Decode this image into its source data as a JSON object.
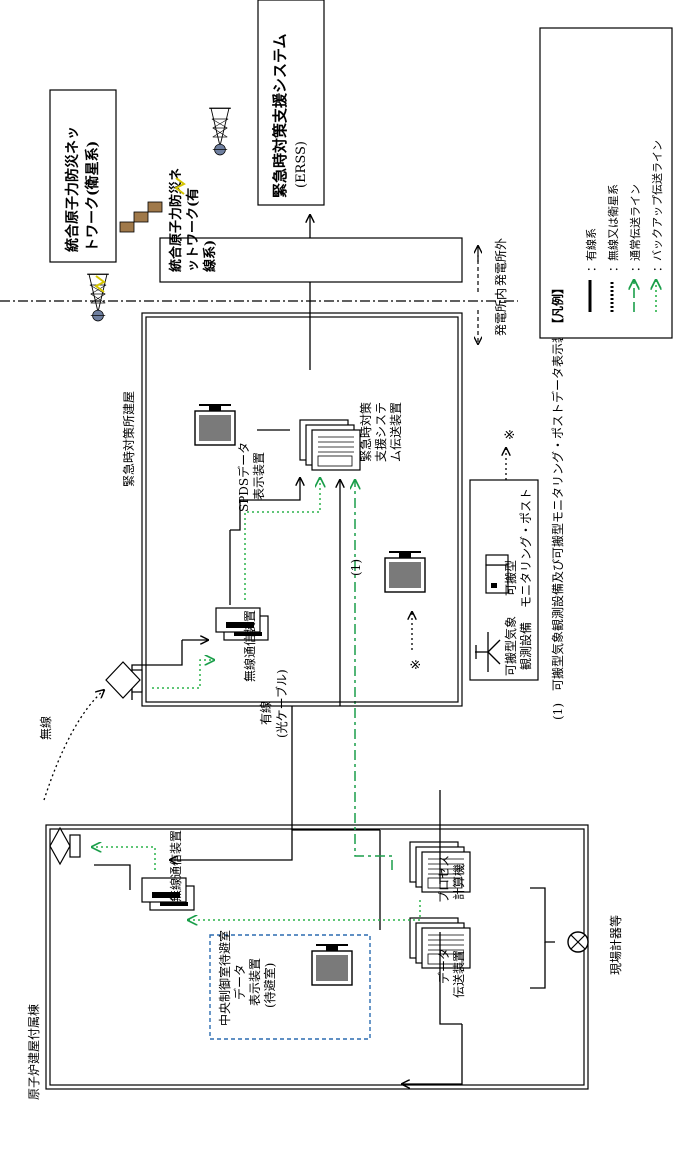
{
  "buildings": {
    "reactor": "原子炉建屋付属棟",
    "emergency": "緊急時対策所建屋"
  },
  "labels": {
    "wireless": "無線",
    "wired": "有線",
    "wired_sub": "(光ケーブル)",
    "field_instruments": "現場計器等",
    "data_transmitter": "データ",
    "data_transmitter_2": "伝送装置",
    "process_computer": "プロセス",
    "process_computer_2": "計算機",
    "wireless_comm_reactor": "無線通信装置",
    "wireless_comm_emergency": "無線通信装置",
    "cr_evac_title": "中央制御室待避室",
    "cr_evac_1": "データ",
    "cr_evac_2": "表示装置",
    "cr_evac_3": "(待避室)",
    "spds_1": "SPDSデータ",
    "spds_2": "表示装置",
    "erss_tx_1": "緊急時対策",
    "erss_tx_2": "支援システ",
    "erss_tx_3": "ム伝送装置",
    "marker_1": "(1)",
    "ref_mark": "※",
    "ref_mark_2": "※",
    "portable_weather_1": "可搬型気象",
    "portable_weather_2": "観測設備",
    "portable_monitor_1": "可搬型",
    "portable_monitor_2": "モニタリング・ポスト",
    "onsite": "発電所内",
    "offsite": "発電所外",
    "nuclear_net_wired_1": "統合原子力防災ネ",
    "nuclear_net_wired_2": "ットワーク(有",
    "nuclear_net_wired_3": "線系)",
    "nuclear_net_sat_1": "統合原子力防災ネッ",
    "nuclear_net_sat_2": "トワーク(衛星系)",
    "erss_1": "緊急時対策支援システム",
    "erss_2": "(ERSS)",
    "footnote": "(1)　可搬型気象観測設備及び可搬型モニタリング・ポストデータ表示装置"
  },
  "legend": {
    "title": "【凡例】",
    "items": [
      {
        "label": "：有線系",
        "style": "solid",
        "color": "#000000"
      },
      {
        "label": "：無線又は衛星系",
        "style": "dotted",
        "color": "#000000"
      },
      {
        "label": "：通常伝送ライン",
        "style": "dashed",
        "color": "#1a9e4a"
      },
      {
        "label": "：バックアップ伝送ライン",
        "style": "dotted-fine",
        "color": "#2bb34a"
      }
    ]
  },
  "colors": {
    "normal_line": "#1a9e4a",
    "backup_line": "#2bb34a",
    "evac_box": "#2b6cb0",
    "monitor_screen": "#7a7a7a",
    "satellite": "#a0794a",
    "lightning": "#d4c400"
  }
}
